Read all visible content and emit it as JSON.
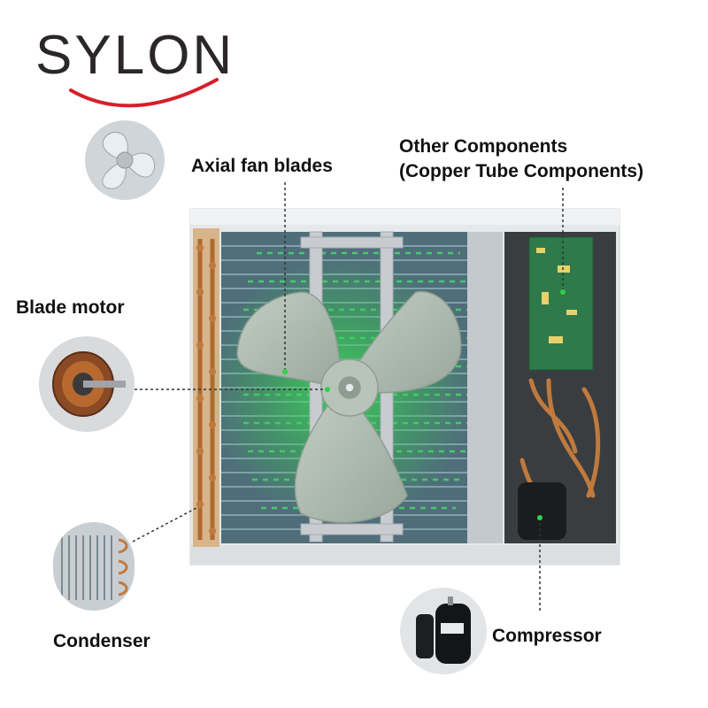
{
  "brand": {
    "name": "SYLON",
    "accent_color": "#d81e2a",
    "text_color": "#2c2727"
  },
  "labels": {
    "axial_fan_blades": "Axial fan blades",
    "other_components_line1": "Other Components",
    "other_components_line2": "(Copper Tube Components)",
    "blade_motor": "Blade motor",
    "condenser": "Condenser",
    "compressor": "Compressor"
  },
  "icons": {
    "fan_blade": "fan-blade-icon",
    "motor": "motor-icon",
    "condenser": "condenser-icon",
    "compressor": "compressor-icon"
  },
  "colors": {
    "fan": "#a9b7ab",
    "coil_green": "#2fd14a",
    "copper": "#c07a3e",
    "pcb": "#2f7a4a",
    "casing": "#e6e8ea"
  }
}
